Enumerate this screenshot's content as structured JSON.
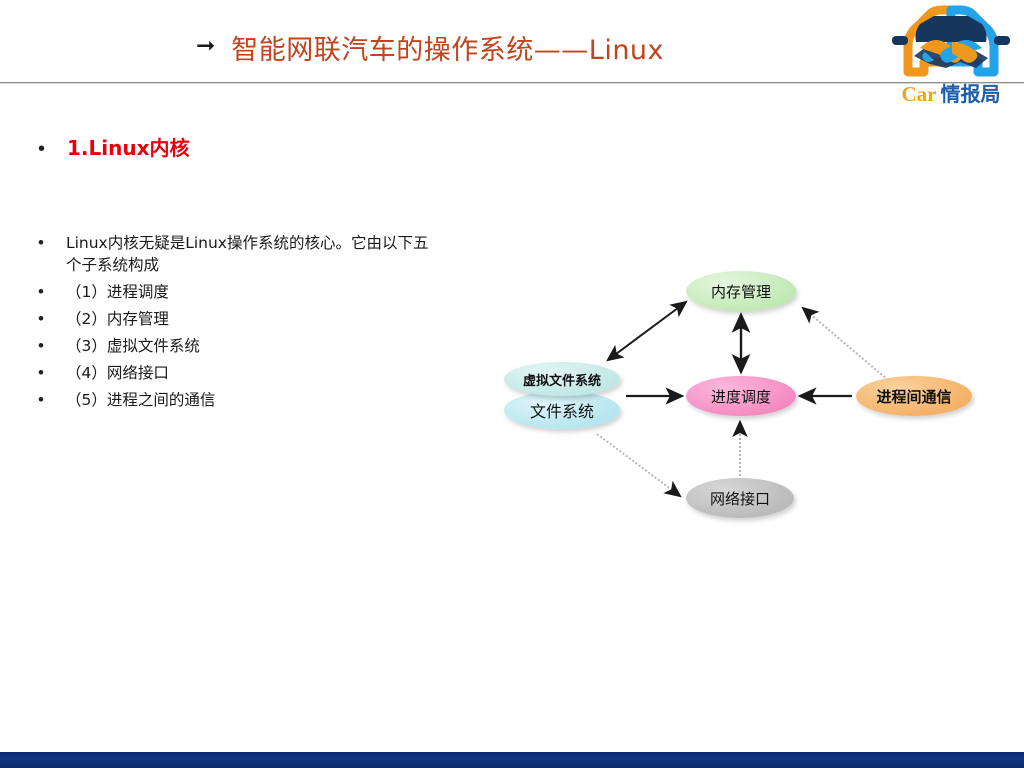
{
  "slide": {
    "title": "智能网联汽车的操作系统——Linux",
    "title_arrow_icon": "arrow-right-icon",
    "title_color": "#c1441e"
  },
  "logo": {
    "icon": "car-handshake-logo-icon",
    "brand_latin": "Car",
    "brand_cn": "情报局",
    "latin_color": "#f0a41e",
    "cn_color": "#1f5fa8"
  },
  "content": {
    "heading_bullet_char": "•",
    "heading": "1.Linux内核",
    "heading_color": "#e8000d",
    "bullets": [
      {
        "marker": "•",
        "text": "Linux内核无疑是Linux操作系统的核心。它由以下五个子系统构成"
      },
      {
        "marker": "•",
        "text": "（1）进程调度"
      },
      {
        "marker": "•",
        "text": "（2）内存管理"
      },
      {
        "marker": "•",
        "text": "（3）虚拟文件系统"
      },
      {
        "marker": "•",
        "text": "（4）网络接口"
      },
      {
        "marker": "•",
        "text": "（5）进程之间的通信"
      }
    ]
  },
  "diagram": {
    "nodes": {
      "memory": {
        "label": "内存管理",
        "color": "#c4eab8"
      },
      "scheduler": {
        "label": "进度调度",
        "color": "#f48fc4"
      },
      "ipc": {
        "label": "进程间通信",
        "color": "#f4b46a"
      },
      "network": {
        "label": "网络接口",
        "color": "#bdbdbd"
      },
      "vfs": {
        "label": "虚拟文件系统",
        "color": "#c3e9e6"
      },
      "filesystem": {
        "label": "文件系统",
        "color": "#b9e7f0"
      }
    },
    "edges": [
      {
        "from": "虚拟文件系统",
        "to": "内存管理",
        "style": "solid",
        "heads": "both"
      },
      {
        "from": "内存管理",
        "to": "进度调度",
        "style": "solid",
        "heads": "both"
      },
      {
        "from": "虚拟文件系统",
        "to": "进度调度",
        "style": "solid",
        "heads": "end"
      },
      {
        "from": "进程间通信",
        "to": "进度调度",
        "style": "solid",
        "heads": "end"
      },
      {
        "from": "进程间通信",
        "to": "内存管理",
        "style": "dotted",
        "heads": "end"
      },
      {
        "from": "文件系统",
        "to": "网络接口",
        "style": "dotted",
        "heads": "end"
      },
      {
        "from": "网络接口",
        "to": "进度调度",
        "style": "dotted",
        "heads": "end"
      }
    ]
  },
  "footer": {
    "color": "#11367f"
  }
}
